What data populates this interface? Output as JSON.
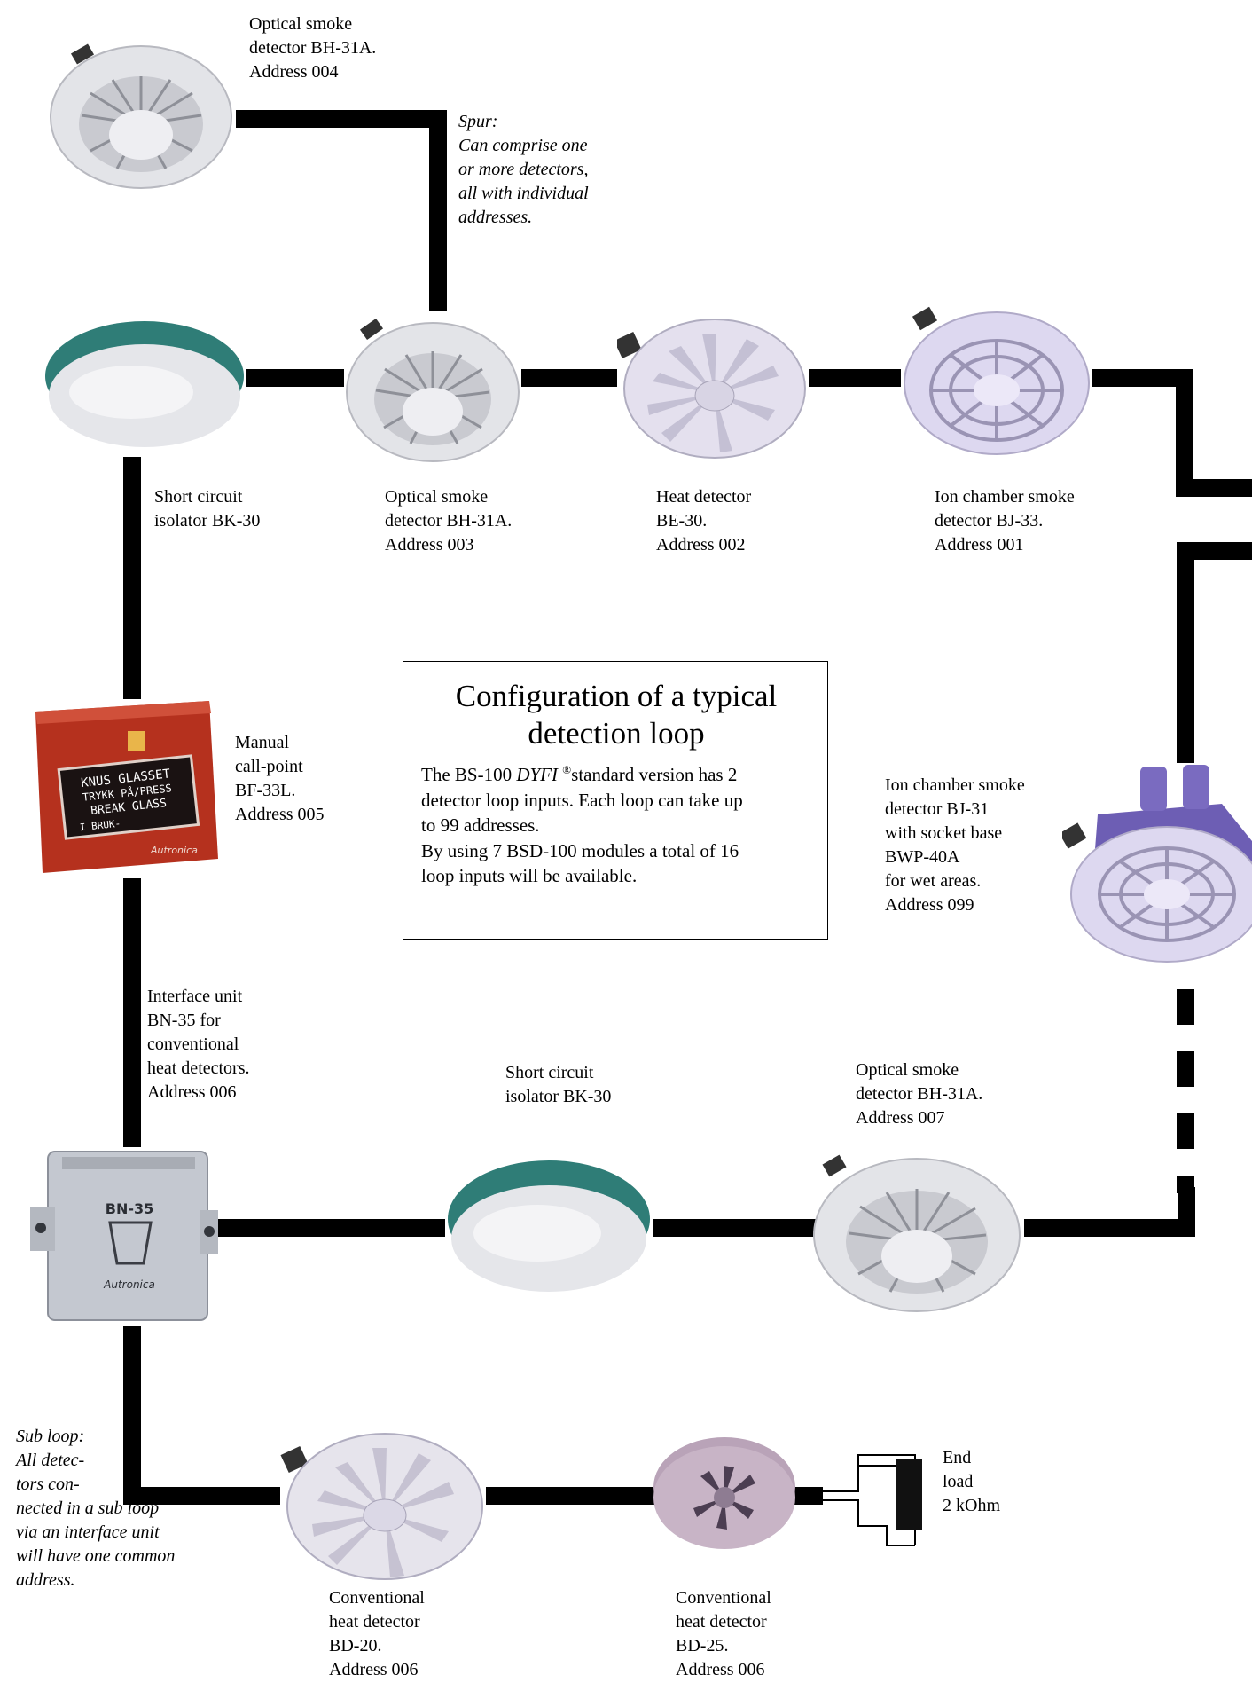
{
  "title": "Configuration of a typical detection loop",
  "description": {
    "line1_pre": "The BS-100 ",
    "line1_brand": "DYFI",
    "line1_reg": "®",
    "line1_post": "standard version has 2",
    "line2": "detector loop inputs. Each loop can take up",
    "line3": "to 99 addresses.",
    "line4": "By using 7 BSD-100 modules a total of 16",
    "line5": "loop inputs will be available."
  },
  "labels": {
    "optical_004": "Optical smoke\ndetector BH-31A.\nAddress 004",
    "spur_note": "Spur:\nCan comprise one\nor more detectors,\nall with individual\naddresses.",
    "isolator_top": "Short circuit\nisolator BK-30",
    "optical_003": "Optical smoke\ndetector BH-31A.\nAddress 003",
    "heat_002": "Heat detector\nBE-30.\nAddress 002",
    "ion_001": "Ion chamber smoke\ndetector BJ-33.\nAddress 001",
    "callpoint_005": "Manual\ncall-point\nBF-33L.\nAddress 005",
    "ion_099": "Ion chamber smoke\ndetector BJ-31\nwith socket base\nBWP-40A\nfor wet areas.\nAddress 099",
    "interface_006": "Interface unit\nBN-35 for\nconventional\nheat detectors.\nAddress 006",
    "isolator_bottom": "Short circuit\nisolator BK-30",
    "optical_007": "Optical smoke\ndetector BH-31A.\nAddress 007",
    "subloop_note": "Sub loop:\nAll detec-\ntors con-\nnected in a sub loop\nvia an interface unit\nwill have one common\naddress.",
    "bd20_006": "Conventional\nheat detector\nBD-20.\nAddress 006",
    "bd25_006": "Conventional\nheat detector\nBD-25.\nAddress 006",
    "end_load": "End\nload\n2 kOhm"
  },
  "callpoint_panel": {
    "line1": "KNUS GLASSET",
    "line2": "TRYKK PÅ/PRESS",
    "line3": "BREAK GLASS",
    "line4": "I BRUK-",
    "brand": "Autronica"
  },
  "interface_panel": {
    "model": "BN-35",
    "brand": "Autronica"
  },
  "colors": {
    "wire": "#000000",
    "detector_body": "#e6e6ea",
    "heat_detector_body": "#e4e0ee",
    "ion_detector_body": "#ddd8f0",
    "isolator_rim": "#2f7d77",
    "callpoint_red": "#b5311e",
    "interface_grey": "#c4c8d0",
    "resistor": "#111111"
  }
}
